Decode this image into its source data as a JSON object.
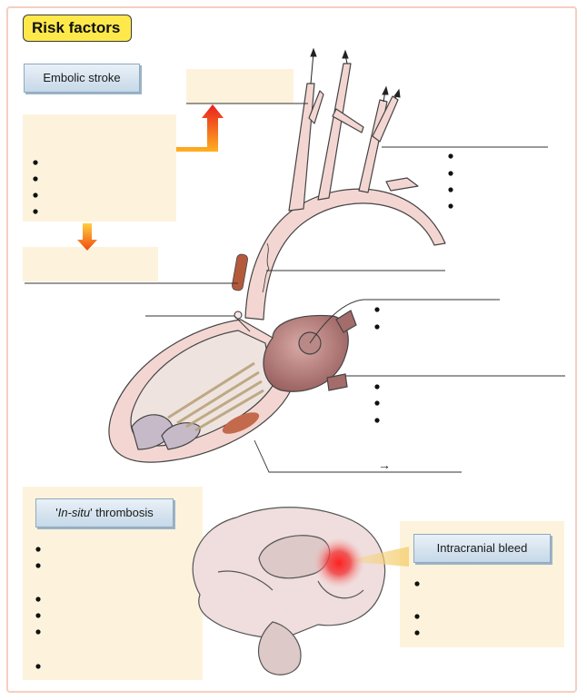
{
  "header": {
    "title": "Risk factors"
  },
  "labels": {
    "embolic_stroke": "Embolic stroke",
    "in_situ_prefix": "'",
    "in_situ_italic": "In-situ",
    "in_situ_suffix": "' thrombosis",
    "intracranial_bleed": "Intracranial bleed"
  },
  "arrow_symbol": "→",
  "colors": {
    "title_fill": "#ffe94a",
    "box_fill": "#fdf3dc",
    "label_fill": "#d6e4f0",
    "vessel": "#f2d6d2",
    "heart": "#b07a7a",
    "bleed": "#e8242a"
  }
}
